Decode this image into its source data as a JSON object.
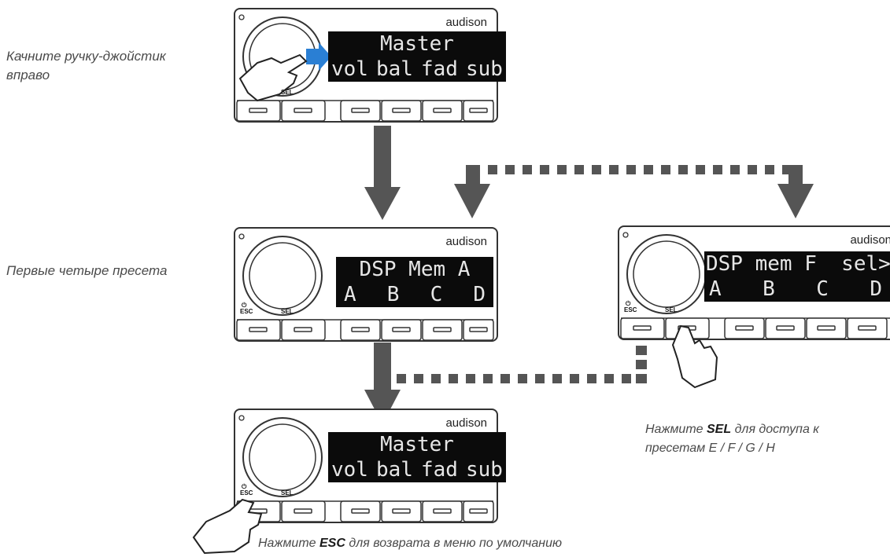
{
  "brand": "audison",
  "captions": {
    "step1_line1": "Качните  ручку-джойстик",
    "step1_line2": "вправо",
    "step2": "Первые четыре пресета",
    "sel_prefix": "Нажмите ",
    "sel_key": "SEL",
    "sel_suffix": " для доступа к",
    "sel_line2": "пресетам E / F / G / H",
    "esc_prefix": "Нажмите ",
    "esc_key": "ESC",
    "esc_suffix": " для возврата в меню по умолчанию"
  },
  "labels": {
    "sel": "SEL",
    "esc": "ESC",
    "power": "⏻"
  },
  "displays": {
    "top": {
      "row1": "Master",
      "row2": [
        "vol",
        "bal",
        "fad",
        "sub"
      ]
    },
    "middle": {
      "row1": "DSP Mem A",
      "row2": [
        "A",
        "B",
        "C",
        "D"
      ]
    },
    "right": {
      "row1": "DSP mem F  sel>",
      "row2": [
        "A",
        "B",
        "C",
        "D"
      ]
    },
    "bottom": {
      "row1": "Master",
      "row2": [
        "vol",
        "bal",
        "fad",
        "sub"
      ]
    }
  },
  "colors": {
    "arrow": "#555555",
    "joystick_arrow": "#2a7fd4",
    "lcd_bg": "#0b0b0b"
  }
}
